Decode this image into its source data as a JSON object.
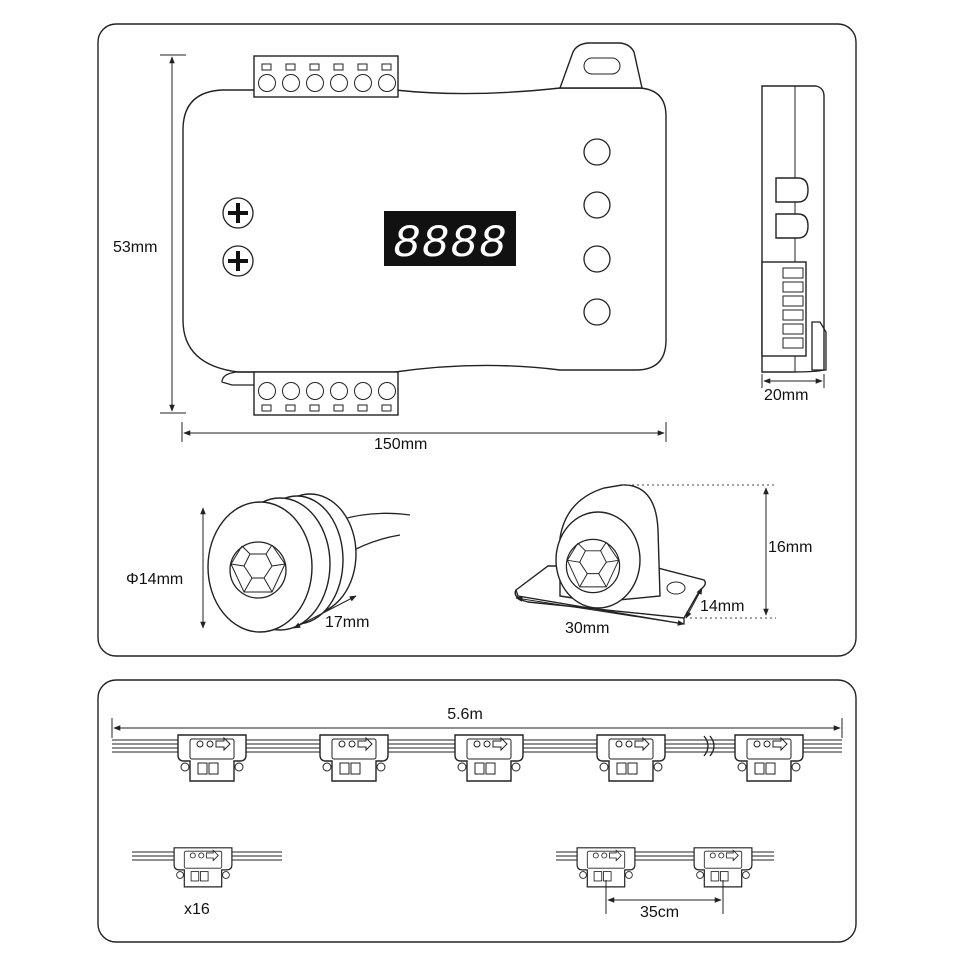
{
  "labels": {
    "height_controller": "53mm",
    "width_controller": "150mm",
    "depth_controller": "20mm",
    "sensor_round_diameter": "Φ14mm",
    "sensor_round_length": "17mm",
    "sensor_mount_height": "16mm",
    "sensor_mount_width": "14mm",
    "sensor_mount_length": "30mm",
    "strip_length": "5.6m",
    "quantity": "x16",
    "spacing": "35cm"
  },
  "display": {
    "digits": "8888"
  },
  "icons": {
    "terminal": "terminal-screw-icon",
    "plus": "plus-screw-icon",
    "button": "button-icon",
    "pixel": "pixel-node-icon",
    "sensor": "pir-sensor-icon"
  }
}
